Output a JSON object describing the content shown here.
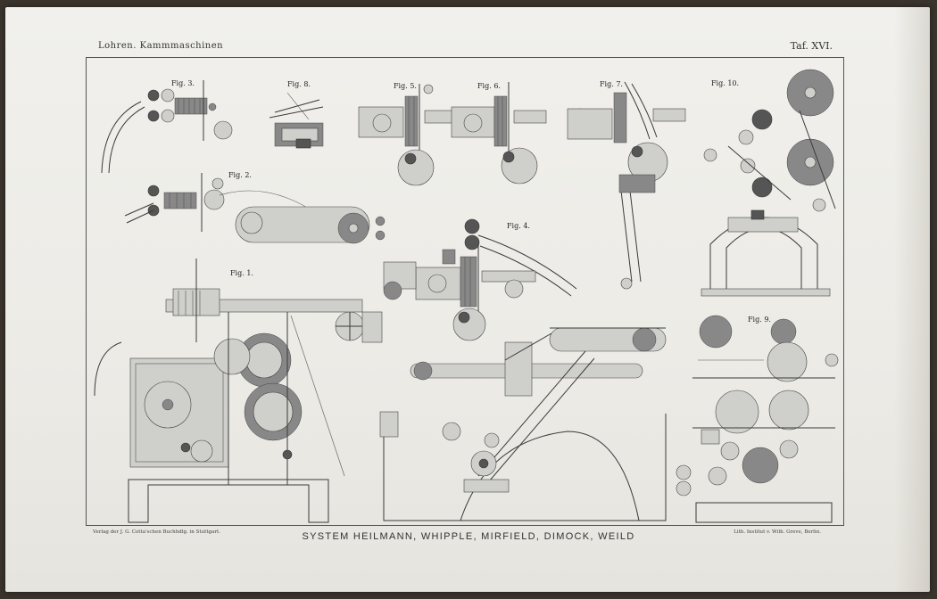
{
  "header": {
    "left_title": "Lohren. Kammmaschinen",
    "plate_number": "Taf. XVI."
  },
  "footer": {
    "publisher": "Verlag der J. G. Cotta'schen Buchhdlg. in Stuttgart.",
    "title": "SYSTEM HEILMANN, WHIPPLE, MIRFIELD, DIMOCK, WEILD",
    "lithographer": "Lith. Institut v. Wilh. Greve, Berlin."
  },
  "figures": [
    {
      "id": "fig3",
      "label": "Fig. 3."
    },
    {
      "id": "fig8",
      "label": "Fig. 8."
    },
    {
      "id": "fig5",
      "label": "Fig. 5."
    },
    {
      "id": "fig6",
      "label": "Fig. 6."
    },
    {
      "id": "fig7",
      "label": "Fig. 7."
    },
    {
      "id": "fig10",
      "label": "Fig. 10."
    },
    {
      "id": "fig2",
      "label": "Fig. 2."
    },
    {
      "id": "fig4",
      "label": "Fig. 4."
    },
    {
      "id": "fig1",
      "label": "Fig. 1."
    },
    {
      "id": "fig9",
      "label": "Fig. 9."
    }
  ]
}
